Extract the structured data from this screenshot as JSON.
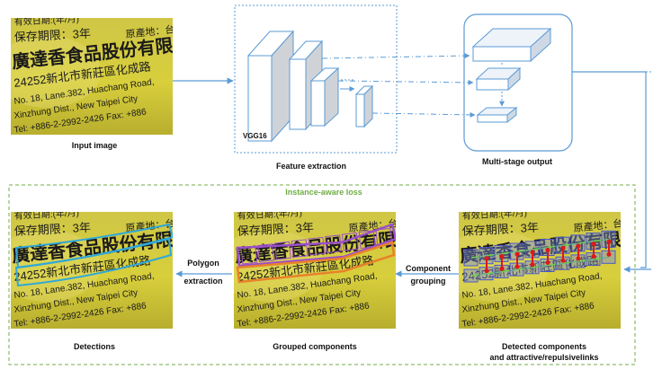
{
  "labels": {
    "input_image": "Input image",
    "vgg16": "VGG16",
    "feature_extraction": "Feature extraction",
    "multi_stage_output": "Multi-stage output",
    "instance_aware_loss": "Instance-aware loss",
    "polygon_extraction_1": "Polygon",
    "polygon_extraction_2": "extraction",
    "component_grouping_1": "Component",
    "component_grouping_2": "grouping",
    "detections": "Detections",
    "grouped_components": "Grouped components",
    "detected_components_1": "Detected components",
    "detected_components_2": "and attractive/repulsivelinks"
  },
  "photo_text": {
    "line1": "有效日期:(年/月)",
    "line2": "保存期限：3年",
    "line2b": "原產地：台",
    "line3": "廣達香食品股份有限",
    "line4": "24252新北市新莊區化成路",
    "line5": "No. 18, Lane.382, Huachang Road,",
    "line6": "Xinzhung Dist., New Taipei City",
    "line7": "Tel: +886-2-2992-2426  Fax: +886"
  },
  "colors": {
    "arrow": "#5b9bd5",
    "dashed_box": "#5b9bd5",
    "instance_box": "#70ad47",
    "instance_text": "#70ad47",
    "photo_yellow": "#d8cf3c",
    "detection_cyan": "#2fa8d8",
    "group_purple": "#9b4fc8",
    "group_orange": "#e8822a",
    "link_red": "#e01818",
    "link_green": "#6ccf4a"
  }
}
